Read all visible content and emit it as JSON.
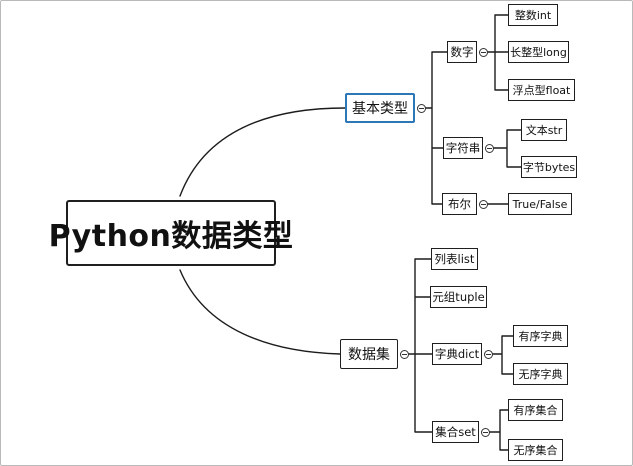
{
  "mindmap": {
    "root": "Python数据类型",
    "basic_types": {
      "label": "基本类型",
      "number": {
        "label": "数字",
        "children": [
          "整数int",
          "长整型long",
          "浮点型float"
        ]
      },
      "string": {
        "label": "字符串",
        "children": [
          "文本str",
          "字节bytes"
        ]
      },
      "bool": {
        "label": "布尔",
        "children": [
          "True/False"
        ]
      }
    },
    "collections": {
      "label": "数据集",
      "list": {
        "label": "列表list"
      },
      "tuple": {
        "label": "元组tuple"
      },
      "dict": {
        "label": "字典dict",
        "children": [
          "有序字典",
          "无序字典"
        ]
      },
      "set": {
        "label": "集合set",
        "children": [
          "有序集合",
          "无序集合"
        ]
      }
    }
  },
  "colors": {
    "selected_border": "#2d78b4",
    "line": "#1c1c1c",
    "background": "#ffffff"
  }
}
